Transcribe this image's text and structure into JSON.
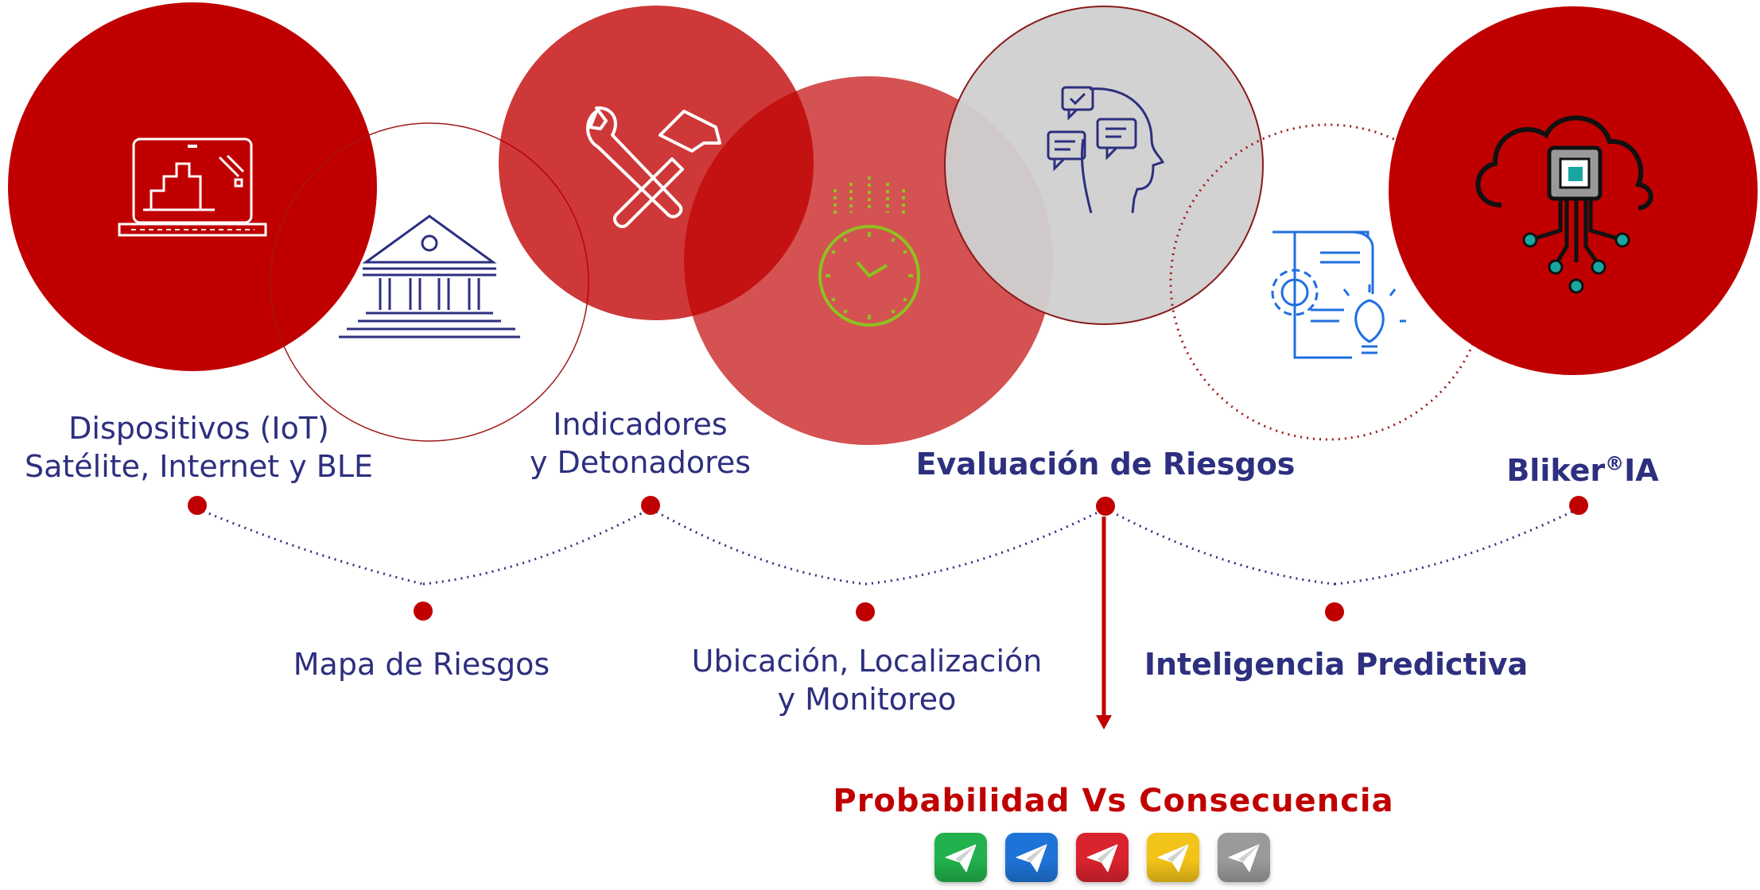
{
  "colors": {
    "red": "#c00000",
    "red_light": "#d23b3b",
    "red_soft": "#d65555",
    "grey": "#d0d0d0",
    "navy": "#2d2f7f",
    "green_icon": "#8dc21f",
    "blue_icon": "#1f6fe0"
  },
  "circles": [
    {
      "icon": "laptop-chart-icon",
      "fill": "red"
    },
    {
      "icon": "bank-building-icon",
      "fill": "outline"
    },
    {
      "icon": "wrench-hammer-icon",
      "fill": "red_light"
    },
    {
      "icon": "clock-icon",
      "fill": "red_soft"
    },
    {
      "icon": "head-chat-icon",
      "fill": "grey"
    },
    {
      "icon": "document-gear-bulb-icon",
      "fill": "dotted-outline"
    },
    {
      "icon": "cloud-chip-icon",
      "fill": "red"
    }
  ],
  "top_labels": {
    "devices": [
      "Dispositivos (IoT)",
      "Satélite, Internet y BLE"
    ],
    "indicators": [
      "Indicadores",
      "y Detonadores"
    ],
    "evaluation": "Evaluación de Riesgos",
    "bliker_name": "Bliker",
    "bliker_sup": "®",
    "bliker_suffix": "IA"
  },
  "bottom_labels": {
    "risk_map": "Mapa de Riesgos",
    "location": [
      "Ubicación, Localización",
      "y Monitoreo"
    ],
    "predictive": "Inteligencia Predictiva"
  },
  "probability_title": "Probabilidad Vs Consecuencia",
  "risk_levels": [
    {
      "color": "#22b14c",
      "icon": "paper-plane-icon"
    },
    {
      "color": "#1e73d8",
      "icon": "paper-plane-icon"
    },
    {
      "color": "#d9232e",
      "icon": "paper-plane-icon"
    },
    {
      "color": "#f2c318",
      "icon": "paper-plane-icon"
    },
    {
      "color": "#9a9a9a",
      "icon": "paper-plane-icon"
    }
  ]
}
